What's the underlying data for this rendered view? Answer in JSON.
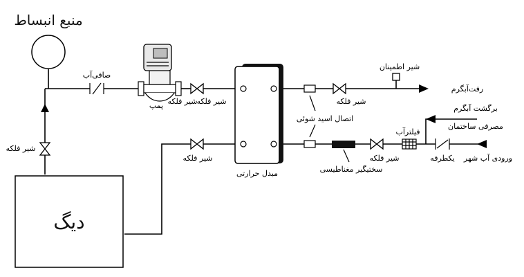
{
  "labels": {
    "expansion_tank": "منبع انبساط",
    "strainer_top": "صافی‌آب",
    "pump": "پمپ",
    "valve_pump": "شیر فلکه",
    "valve_top_mid": "شیر فلکه",
    "valve_bottom_mid": "شیر فلکه",
    "valve_left": "شیر فلکه",
    "heat_exchanger": "مبدل حرارتی",
    "safety_valve": "شیر اطمینان",
    "hot_supply": "رفت‌آبگرم",
    "valve_right_top": "شیر فلکه",
    "acid_wash": "اتصال اسید شوئی",
    "return_line1": "برگشت آبگرم",
    "return_line2": "مصرفی ساختمان",
    "filter": "فیلترآب",
    "softener": "سختیگیر مغناطیسی",
    "valve_right_bottom": "شیر فلکه",
    "check_valve": "یکطرفه",
    "city_water": "ورودی آب شهر",
    "boiler": "دیگ"
  }
}
